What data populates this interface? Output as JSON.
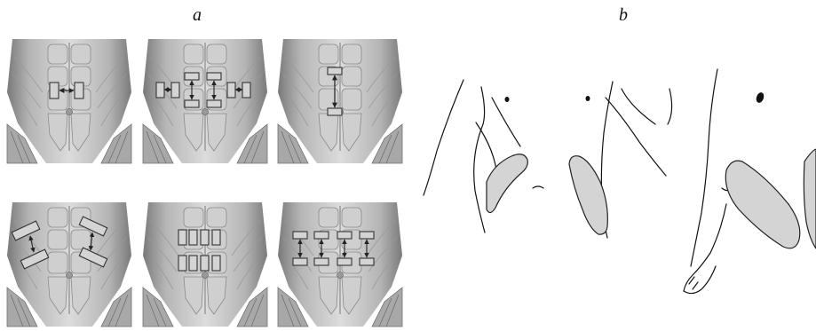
{
  "labels": {
    "a": "a",
    "b": "b"
  },
  "colors": {
    "electrode_fill": "#d4d4d4",
    "electrode_stroke": "#333333",
    "muscle_light": "#d9d9d9",
    "muscle_dark": "#8c8c8c",
    "line": "#222222"
  },
  "panel_a": {
    "description_icon": "abdominal-muscle-anatomy",
    "thumbnails": [
      {
        "id": "a1",
        "electrodes": 2,
        "arrows": "horizontal"
      },
      {
        "id": "a2",
        "electrodes": 8,
        "arrows": "horizontal-and-vertical"
      },
      {
        "id": "a3",
        "electrodes": 2,
        "arrows": "vertical"
      },
      {
        "id": "a4",
        "electrodes": 4,
        "arrows": "oblique"
      },
      {
        "id": "a5",
        "electrodes": 8,
        "arrows": "none"
      },
      {
        "id": "a6",
        "electrodes": 8,
        "arrows": "vertical"
      }
    ]
  },
  "panel_b": {
    "description_icon": "body-outline-with-electrodes"
  }
}
